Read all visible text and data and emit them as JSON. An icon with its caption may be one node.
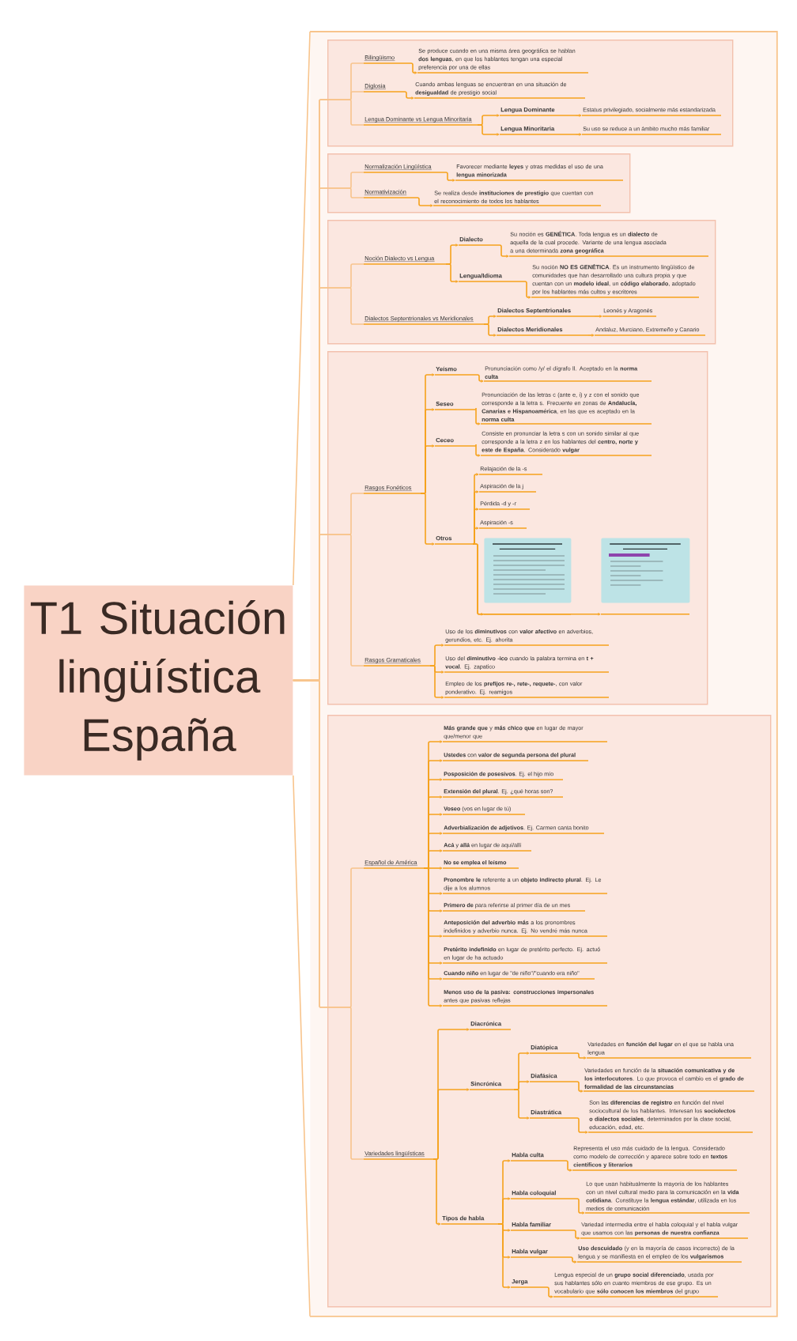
{
  "diagram": {
    "nodes": [
      {
        "text": [
          "T1 Situación lingüística España"
        ]
      },
      {
        "text": [],
        "shape": "box"
      },
      {
        "text": [],
        "shape": "box",
        "in": 1
      },
      {
        "text": [
          "Bilingüismo"
        ],
        "in": 2
      },
      {
        "text": [
          "Se produce cuando en una misma área geográfica se hablan **dos lenguas**, en que los hablantes tengan una especial preferencia por una de ellas"
        ],
        "in": 2
      },
      {
        "text": [
          "Diglosia"
        ],
        "in": 2
      },
      {
        "text": [
          "Cuando ambas lenguas se encuentran en una situación de **desigualdad** de prestigio social"
        ],
        "in": 2
      },
      {
        "text": [
          "Lengua Dominante vs Lengua Minoritaria"
        ],
        "in": 2
      },
      {
        "text": [
          "Lengua Dominante"
        ],
        "in": 2
      },
      {
        "text": [
          "Estatus privilegiado, socialmente más estandarizada"
        ],
        "in": 2
      },
      {
        "text": [
          "Lengua Minoritaria"
        ],
        "in": 2
      },
      {
        "text": [
          "Su uso se reduce a un ámbito mucho más familiar"
        ],
        "in": 2
      },
      {
        "text": [],
        "shape": "box",
        "in": 1
      },
      {
        "text": [
          "Normalización Lingüística"
        ],
        "in": 12
      },
      {
        "text": [
          "Favorecer mediante **leyes** y otras medidas el uso de una **lengua minorizada**"
        ],
        "in": 12
      },
      {
        "text": [
          "Normativización"
        ],
        "in": 12
      },
      {
        "text": [
          "Se realiza desde **instituciones de prestigio** que cuentan con el reconocimiento de todos los hablantes"
        ],
        "in": 12
      },
      {
        "text": [],
        "shape": "box",
        "in": 1
      },
      {
        "text": [
          "Noción Dialecto vs Lengua"
        ],
        "in": 17
      },
      {
        "text": [
          "Dialecto"
        ],
        "in": 17
      },
      {
        "text": [
          "Su noción es **GENÉTICA**. Toda lengua es un **dialecto** de aquella de la cual procede. Variante de una lengua asociada a una determinada **zona geográfica**"
        ],
        "in": 17
      },
      {
        "text": [
          "Lengua/Idioma"
        ],
        "in": 17
      },
      {
        "text": [
          "Su noción **NO ES GENÉTICA**. Es un instrumento lingüístico de comunidades que han desarrollado una cultura propia y que cuentan con un **modelo ideal**, un **código elaborado**, adoptado por los hablantes más cultos y escritores"
        ],
        "in": 17
      },
      {
        "text": [
          "Dialectos Septentrionales vs Meridionales"
        ],
        "in": 17
      },
      {
        "text": [
          "Dialectos Septentrionales"
        ],
        "in": 17
      },
      {
        "text": [
          "Leonés y Aragonés"
        ],
        "in": 17
      },
      {
        "text": [
          "Dialectos Meridionales"
        ],
        "in": 17
      },
      {
        "text": [
          "Andaluz, Murciano, Extremeño y Canario"
        ],
        "in": 17
      },
      {
        "text": [],
        "shape": "box",
        "in": 1
      },
      {
        "text": [
          "Rasgos Fonéticos"
        ],
        "in": 28
      },
      {
        "text": [
          "Yeísmo"
        ],
        "in": 28
      },
      {
        "text": [
          "Pronunciación como /y/ el dígrafo ll. Aceptado en la **norma culta**"
        ],
        "in": 28
      },
      {
        "text": [
          "Seseo"
        ],
        "in": 28
      },
      {
        "text": [
          "Pronunciación de las letras c (ante e, i) y z con el sonido que corresponde a la letra s. Frecuente en zonas de **Andalucía, Canarias e Hispanoamérica**, en las que es aceptado en la **norma culta**"
        ],
        "in": 28
      },
      {
        "text": [
          "Ceceo"
        ],
        "in": 28
      },
      {
        "text": [
          "Consiste en pronunciar la letra s con un sonido similar al que corresponde a la letra z en los hablantes del **centro, norte y este de España**. Considerado **vulgar**"
        ],
        "in": 28
      },
      {
        "text": [
          "Otros"
        ],
        "in": 28
      },
      {
        "text": [
          "Relajación de la -s"
        ],
        "in": 28
      },
      {
        "text": [
          "Aspiración de la j"
        ],
        "in": 28
      },
      {
        "text": [
          "Pérdida -d y -r"
        ],
        "in": 28
      },
      {
        "text": [
          "Aspiración -s"
        ],
        "in": 28
      },
      {
        "text": [],
        "shape": "picture",
        "in": 28
      },
      {
        "text": [],
        "shape": "picture",
        "in": 28
      },
      {
        "text": [
          "Rasgos Gramaticales"
        ],
        "in": 28
      },
      {
        "text": [
          "Uso de los **diminutivos** con **valor afectivo** en adverbios, gerundios, etc. Ej. ahorita"
        ],
        "in": 28
      },
      {
        "text": [
          "Uso del **diminutivo -ico** cuando la palabra termina en **t + vocal**. Ej. zapatico"
        ],
        "in": 28
      },
      {
        "text": [
          "Empleo de los **prefijos re-, rete-, requete-**, con valor ponderativo. Ej. reamigos"
        ],
        "in": 28
      },
      {
        "text": [],
        "shape": "box",
        "in": 1
      },
      {
        "text": [
          "Español de América"
        ],
        "in": 47
      },
      {
        "text": [
          "**Más grande que** y **más chico que** en lugar de mayor que/menor que"
        ],
        "in": 47
      },
      {
        "text": [
          "**Ustedes** con **valor de segunda persona del plural**"
        ],
        "in": 47
      },
      {
        "text": [
          "**Posposición de posesivos**. Ej. el hijo mío"
        ],
        "in": 47
      },
      {
        "text": [
          "**Extensión del plural**. Ej. ¿qué horas son?"
        ],
        "in": 47
      },
      {
        "text": [
          "**Voseo** (vos en lugar de tú)"
        ],
        "in": 47
      },
      {
        "text": [
          "**Adverbialización de adjetivos**. Ej. Carmen canta bonito"
        ],
        "in": 47
      },
      {
        "text": [
          "**Acá** y **allá** en lugar de aquí/allí"
        ],
        "in": 47
      },
      {
        "text": [
          "**No se emplea el leísmo**"
        ],
        "in": 47
      },
      {
        "text": [
          "**Pronombre le** referente a un **objeto indirecto plural**. Ej. Le dije a los alumnos"
        ],
        "in": 47
      },
      {
        "text": [
          "**Primero de** para referirse al primer día de un mes"
        ],
        "in": 47
      },
      {
        "text": [
          "**Anteposición del adverbio más** a los pronombres indefinidos y adverbio nunca. Ej. No vendré más nunca"
        ],
        "in": 47
      },
      {
        "text": [
          "**Pretérito indefinido** en lugar de pretérito perfecto. Ej. actuó en lugar de ha actuado"
        ],
        "in": 47
      },
      {
        "text": [
          "**Cuando niño** en lugar de \"de niño\"/\"cuando era niño\""
        ],
        "in": 47
      },
      {
        "text": [
          "**Menos uso de la pasiva: construcciones impersonales** antes que pasivas reflejas"
        ],
        "in": 47
      },
      {
        "text": [
          "Variedades lingüísticas"
        ],
        "in": 47
      },
      {
        "text": [
          "Diacrónica"
        ],
        "in": 47
      },
      {
        "text": [
          "Sincrónica"
        ],
        "in": 47
      },
      {
        "text": [
          "Diatópica"
        ],
        "in": 47
      },
      {
        "text": [
          "Variedades en **función del lugar** en el que se habla una lengua"
        ],
        "in": 47
      },
      {
        "text": [
          "Diafásica"
        ],
        "in": 47
      },
      {
        "text": [
          "Variedades en función de la **situación comunicativa y de los interlocutores**. Lo que provoca el cambio es el **grado de formalidad de las circunstancias**"
        ],
        "in": 47
      },
      {
        "text": [
          "Diastrática"
        ],
        "in": 47
      },
      {
        "text": [
          "Son las **diferencias de registro** en función del nivel sociocultural de los hablantes. Interesan los **sociolectos o dialectos sociales**, determinados por la clase social, educación, edad, etc."
        ],
        "in": 47
      },
      {
        "text": [
          "Tipos de habla"
        ],
        "in": 47
      },
      {
        "text": [
          "Habla culta"
        ],
        "in": 47
      },
      {
        "text": [
          "Representa el uso más cuidado de la lengua. Considerado como modelo de corrección y aparece sobre todo en **textos científicos y literarios**"
        ],
        "in": 47
      },
      {
        "text": [
          "Habla coloquial"
        ],
        "in": 47
      },
      {
        "text": [
          "Lo que usan habitualmente la mayoría de los hablantes con un nivel cultural medio para la comunicación en la **vida cotidiana**. Constituye la **lengua estándar**, utilizada en los medios de comunicación"
        ],
        "in": 47
      },
      {
        "text": [
          "Habla familiar"
        ],
        "in": 47
      },
      {
        "text": [
          "Variedad intermedia entre el habla coloquial y el habla vulgar que usamos con las **personas de nuestra confianza**"
        ],
        "in": 47
      },
      {
        "text": [
          "Habla vulgar"
        ],
        "in": 47
      },
      {
        "text": [
          "**Uso descuidado** (y en la mayoría de casos incorrecto) de la lengua y se manifiesta en el empleo de los **vulgarismos**"
        ],
        "in": 47
      },
      {
        "text": [
          "Jerga"
        ],
        "in": 47
      },
      {
        "text": [
          "Lengua especial de un **grupo social diferenciado**, usada por sus hablantes sólo en cuanto miembros de ese grupo. Es un vocabulario que **sólo conocen los miembros** del grupo"
        ],
        "in": 47
      }
    ],
    "edges": [
      {
        "from": 0,
        "to": 1,
        "arrow": "none",
        "color": "#f8c48c"
      },
      {
        "from": 0,
        "to": 3,
        "arrow": "none",
        "color": "#f8c48c"
      },
      {
        "from": 0,
        "to": 5,
        "arrow": "none",
        "color": "#f8c48c"
      },
      {
        "from": 0,
        "to": 7,
        "arrow": "none",
        "color": "#f8c48c"
      },
      {
        "from": 0,
        "to": 13,
        "arrow": "none",
        "color": "#f8c48c"
      },
      {
        "from": 0,
        "to": 15,
        "arrow": "none",
        "color": "#f8c48c"
      },
      {
        "from": 0,
        "to": 18,
        "arrow": "none",
        "color": "#f8c48c"
      },
      {
        "from": 0,
        "to": 23,
        "arrow": "none",
        "color": "#f8c48c"
      },
      {
        "from": 0,
        "to": 29,
        "arrow": "none",
        "color": "#f8c48c"
      },
      {
        "from": 0,
        "to": 43,
        "arrow": "none",
        "color": "#f8c48c"
      },
      {
        "from": 0,
        "to": 48,
        "arrow": "none",
        "color": "#f8c48c"
      },
      {
        "from": 0,
        "to": 63,
        "arrow": "none",
        "color": "#f8c48c"
      },
      {
        "from": 3,
        "to": 4,
        "arrow": "to"
      },
      {
        "from": 5,
        "to": 6,
        "arrow": "to"
      },
      {
        "from": 7,
        "to": 8,
        "arrow": "to"
      },
      {
        "from": 7,
        "to": 10,
        "arrow": "to"
      },
      {
        "from": 8,
        "to": 9,
        "arrow": "to"
      },
      {
        "from": 10,
        "to": 11,
        "arrow": "to"
      },
      {
        "from": 13,
        "to": 14,
        "arrow": "to"
      },
      {
        "from": 15,
        "to": 16,
        "arrow": "to"
      },
      {
        "from": 18,
        "to": 19,
        "arrow": "to"
      },
      {
        "from": 18,
        "to": 21,
        "arrow": "to"
      },
      {
        "from": 19,
        "to": 20,
        "arrow": "to"
      },
      {
        "from": 21,
        "to": 22,
        "arrow": "to"
      },
      {
        "from": 23,
        "to": 24,
        "arrow": "to"
      },
      {
        "from": 23,
        "to": 26,
        "arrow": "to"
      },
      {
        "from": 24,
        "to": 25,
        "arrow": "to"
      },
      {
        "from": 26,
        "to": 27,
        "arrow": "to"
      },
      {
        "from": 29,
        "to": 30,
        "arrow": "to"
      },
      {
        "from": 29,
        "to": 32,
        "arrow": "to"
      },
      {
        "from": 29,
        "to": 34,
        "arrow": "to"
      },
      {
        "from": 29,
        "to": 36,
        "arrow": "to"
      },
      {
        "from": 30,
        "to": 31,
        "arrow": "to"
      },
      {
        "from": 32,
        "to": 33,
        "arrow": "to"
      },
      {
        "from": 34,
        "to": 35,
        "arrow": "to"
      },
      {
        "from": 36,
        "to": 37,
        "arrow": "to"
      },
      {
        "from": 36,
        "to": 38,
        "arrow": "to"
      },
      {
        "from": 36,
        "to": 39,
        "arrow": "to"
      },
      {
        "from": 36,
        "to": 40,
        "arrow": "to"
      },
      {
        "from": 36,
        "to": 41,
        "arrow": "to"
      },
      {
        "from": 36,
        "to": 42,
        "arrow": "to"
      },
      {
        "from": 43,
        "to": 44,
        "arrow": "to"
      },
      {
        "from": 43,
        "to": 45,
        "arrow": "to"
      },
      {
        "from": 43,
        "to": 46,
        "arrow": "to"
      },
      {
        "from": 48,
        "to": 49,
        "arrow": "to"
      },
      {
        "from": 48,
        "to": 50,
        "arrow": "to"
      },
      {
        "from": 48,
        "to": 51,
        "arrow": "to"
      },
      {
        "from": 48,
        "to": 52,
        "arrow": "to"
      },
      {
        "from": 48,
        "to": 53,
        "arrow": "to"
      },
      {
        "from": 48,
        "to": 54,
        "arrow": "to"
      },
      {
        "from": 48,
        "to": 55,
        "arrow": "to"
      },
      {
        "from": 48,
        "to": 56,
        "arrow": "to"
      },
      {
        "from": 48,
        "to": 57,
        "arrow": "to"
      },
      {
        "from": 48,
        "to": 58,
        "arrow": "to"
      },
      {
        "from": 48,
        "to": 59,
        "arrow": "to"
      },
      {
        "from": 48,
        "to": 60,
        "arrow": "to"
      },
      {
        "from": 48,
        "to": 61,
        "arrow": "to"
      },
      {
        "from": 48,
        "to": 62,
        "arrow": "to"
      },
      {
        "from": 63,
        "to": 64,
        "arrow": "to"
      },
      {
        "from": 63,
        "to": 65,
        "arrow": "to"
      },
      {
        "from": 63,
        "to": 72,
        "arrow": "to"
      },
      {
        "from": 65,
        "to": 66,
        "arrow": "to"
      },
      {
        "from": 65,
        "to": 68,
        "arrow": "to"
      },
      {
        "from": 65,
        "to": 70,
        "arrow": "to"
      },
      {
        "from": 66,
        "to": 67,
        "arrow": "to"
      },
      {
        "from": 68,
        "to": 69,
        "arrow": "to"
      },
      {
        "from": 70,
        "to": 71,
        "arrow": "to"
      },
      {
        "from": 72,
        "to": 73,
        "arrow": "to"
      },
      {
        "from": 72,
        "to": 75,
        "arrow": "to"
      },
      {
        "from": 72,
        "to": 77,
        "arrow": "to"
      },
      {
        "from": 72,
        "to": 79,
        "arrow": "to"
      },
      {
        "from": 72,
        "to": 81,
        "arrow": "to"
      },
      {
        "from": 73,
        "to": 74,
        "arrow": "to"
      },
      {
        "from": 75,
        "to": 76,
        "arrow": "to"
      },
      {
        "from": 77,
        "to": 78,
        "arrow": "to"
      },
      {
        "from": 79,
        "to": 80,
        "arrow": "to"
      },
      {
        "from": 81,
        "to": 82,
        "arrow": "to"
      }
    ]
  }
}
